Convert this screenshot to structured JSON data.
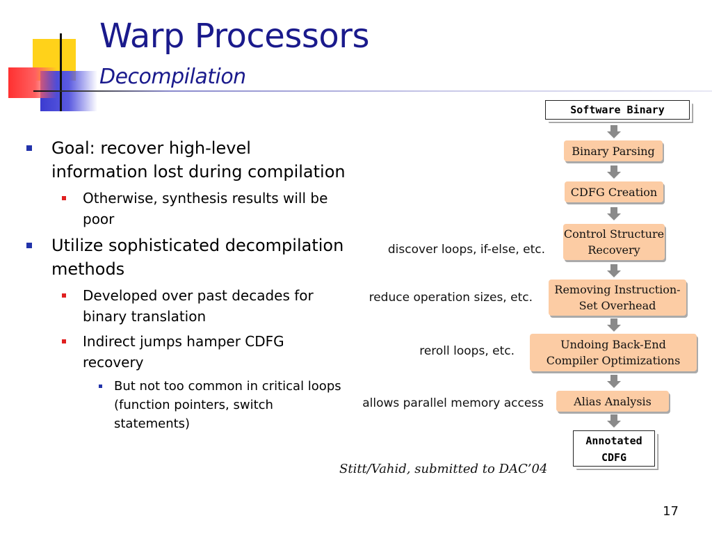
{
  "slide": {
    "title": "Warp Processors",
    "subtitle": "Decompilation",
    "page_number": "17",
    "citation": "Stitt/Vahid, submitted to DAC’04"
  },
  "bullets": [
    {
      "text": "Goal: recover high-level information lost during compilation"
    },
    {
      "text": "Otherwise, synthesis results will be poor"
    },
    {
      "text": "Utilize sophisticated decompilation methods"
    },
    {
      "text": "Developed over past decades for binary translation"
    },
    {
      "text": "Indirect jumps hamper CDFG recovery"
    },
    {
      "text": "But not too common in critical loops (function pointers, switch statements)"
    }
  ],
  "flow": {
    "input": "Software Binary",
    "output_line1": "Annotated",
    "output_line2": "CDFG",
    "stages": [
      {
        "line1": "Binary Parsing",
        "line2": ""
      },
      {
        "line1": "CDFG Creation",
        "line2": ""
      },
      {
        "line1": "Control Structure",
        "line2": "Recovery"
      },
      {
        "line1": "Removing Instruction-",
        "line2": "Set Overhead"
      },
      {
        "line1": "Undoing Back-End",
        "line2": "Compiler Optimizations"
      },
      {
        "line1": "Alias Analysis",
        "line2": ""
      }
    ],
    "notes": {
      "control": "discover loops, if-else, etc.",
      "isa": "reduce operation sizes, etc.",
      "undo": "reroll loops, etc.",
      "alias": "allows parallel memory access"
    }
  },
  "colors": {
    "title": "#1a1a8c",
    "stage_fill": "#fccca4",
    "bullet_level1": "#2233aa",
    "bullet_level2": "#e02020",
    "arrow": "#8a8a8a"
  }
}
